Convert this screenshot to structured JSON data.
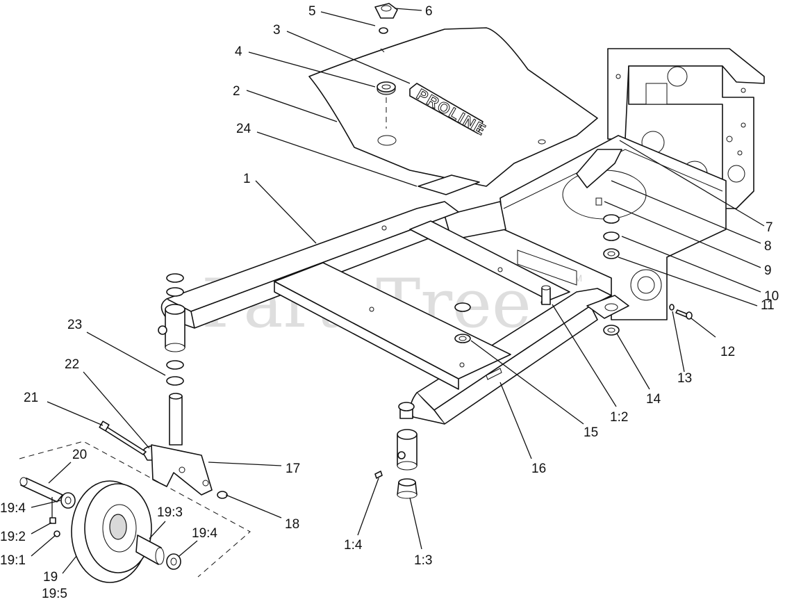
{
  "watermark": {
    "text": "PartsTree",
    "tm": "TM"
  },
  "decal": {
    "text": "PROLINE"
  },
  "callouts": [
    {
      "id": "c5",
      "label": "5"
    },
    {
      "id": "c6",
      "label": "6"
    },
    {
      "id": "c3",
      "label": "3"
    },
    {
      "id": "c4",
      "label": "4"
    },
    {
      "id": "c2",
      "label": "2"
    },
    {
      "id": "c24",
      "label": "24"
    },
    {
      "id": "c1",
      "label": "1"
    },
    {
      "id": "c7",
      "label": "7"
    },
    {
      "id": "c8",
      "label": "8"
    },
    {
      "id": "c9",
      "label": "9"
    },
    {
      "id": "c10",
      "label": "10"
    },
    {
      "id": "c11",
      "label": "11"
    },
    {
      "id": "c12",
      "label": "12"
    },
    {
      "id": "c13",
      "label": "13"
    },
    {
      "id": "c14",
      "label": "14"
    },
    {
      "id": "c1_2",
      "label": "1:2"
    },
    {
      "id": "c15",
      "label": "15"
    },
    {
      "id": "c16",
      "label": "16"
    },
    {
      "id": "c17",
      "label": "17"
    },
    {
      "id": "c18",
      "label": "18"
    },
    {
      "id": "c23",
      "label": "23"
    },
    {
      "id": "c22",
      "label": "22"
    },
    {
      "id": "c21",
      "label": "21"
    },
    {
      "id": "c20",
      "label": "20"
    },
    {
      "id": "c19_4a",
      "label": "19:4"
    },
    {
      "id": "c19_2",
      "label": "19:2"
    },
    {
      "id": "c19_1",
      "label": "19:1"
    },
    {
      "id": "c19",
      "label": "19"
    },
    {
      "id": "c19_5",
      "label": "19:5"
    },
    {
      "id": "c19_3",
      "label": "19:3"
    },
    {
      "id": "c19_4b",
      "label": "19:4"
    },
    {
      "id": "c1_4",
      "label": "1:4"
    },
    {
      "id": "c1_3",
      "label": "1:3"
    }
  ]
}
